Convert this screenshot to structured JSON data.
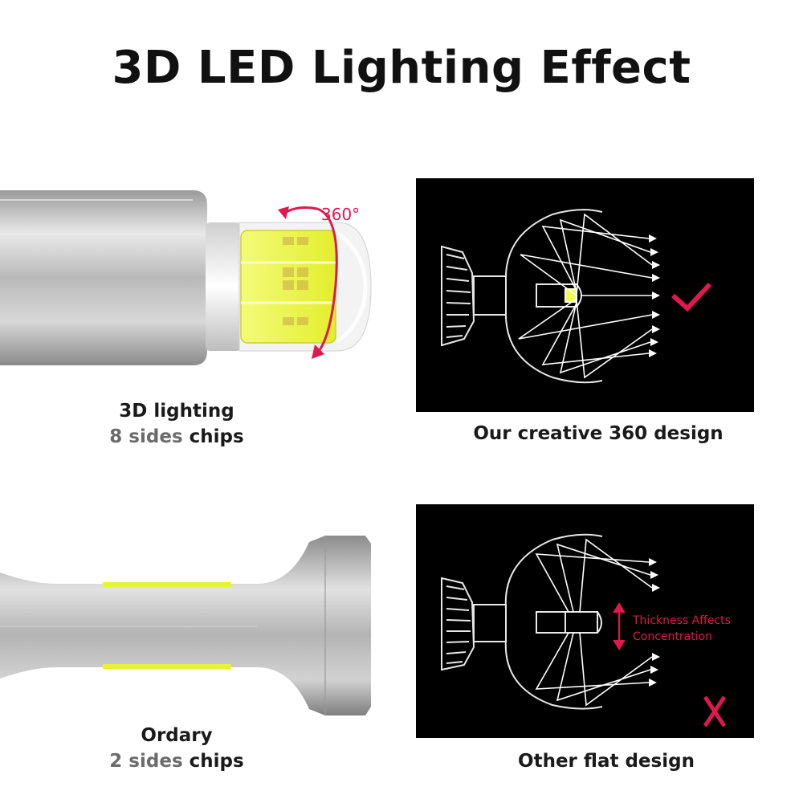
{
  "title": "3D LED Lighting Effect",
  "top": {
    "rotation_label": "360°",
    "caption_line1": "3D lighting",
    "caption_line2_gray": "8 sides",
    "caption_line2_rest": " chips",
    "panel_caption": "Our creative 360 design",
    "mark_icon": "checkmark-icon"
  },
  "bottom": {
    "caption_line1": "Ordary",
    "caption_line2_gray": "2 sides",
    "caption_line2_rest": " chips",
    "annotation_line1": "Thickness Affects",
    "annotation_line2": "Concentration",
    "panel_caption": "Other flat design",
    "mark_icon": "cross-icon"
  },
  "colors": {
    "accent_red": "#e0184f",
    "chip_yellow": "#e8f23a",
    "panel_bg": "#000000",
    "caption_gray": "#6b6b6b"
  }
}
